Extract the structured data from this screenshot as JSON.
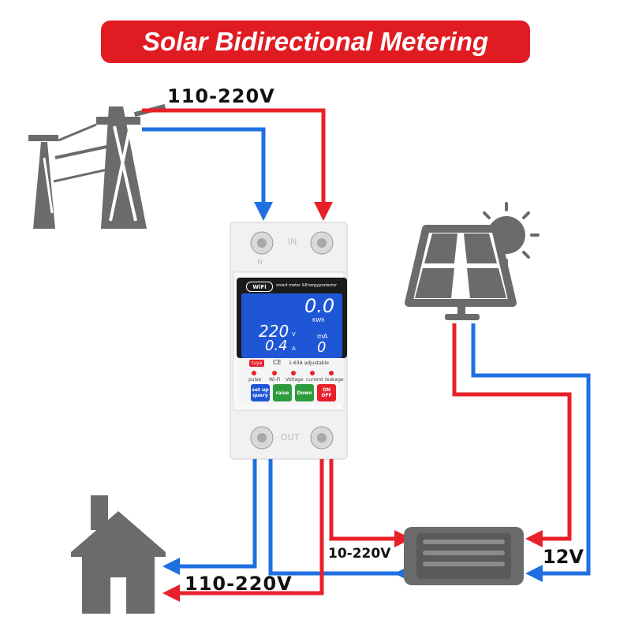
{
  "title": "Solar Bidirectional Metering",
  "labels": {
    "grid_voltage": "110-220V",
    "house_voltage": "110-220V",
    "inverter_ac_voltage": "10-220V",
    "panel_dc_voltage": "12V"
  },
  "meter": {
    "wifi_badge": "WiFi",
    "header": "smart meter &Energyprotector",
    "energy_value": "0.0",
    "energy_unit": "KWh",
    "voltage_value": "220",
    "voltage_unit": "V",
    "current_value": "0.4",
    "current_unit": "A",
    "leakage_unit": "mA",
    "leakage_value": "0",
    "brand_badge": "tuya",
    "ce_mark": "CE",
    "range_text": "1-63A adjustable",
    "indicators": [
      "pulse",
      "Wi-Fi",
      "Voltage",
      "current",
      "leakage"
    ],
    "buttons": {
      "setup": "set up query",
      "raise": "raise",
      "down": "Down",
      "onoff": "ON OFF"
    },
    "top_terminal_left": "N",
    "top_terminal_right": "IN",
    "bottom_terminal_label": "OUT"
  },
  "colors": {
    "live_wire": "#e8202a",
    "neutral_wire": "#1f6fe0",
    "icon_gray": "#6b6b6b",
    "banner": "#e11b22",
    "screen": "#1f56d6"
  },
  "icons": [
    "power-tower-icon",
    "house-icon",
    "solar-panel-icon",
    "sun-icon",
    "inverter-icon",
    "wifi-icon"
  ]
}
